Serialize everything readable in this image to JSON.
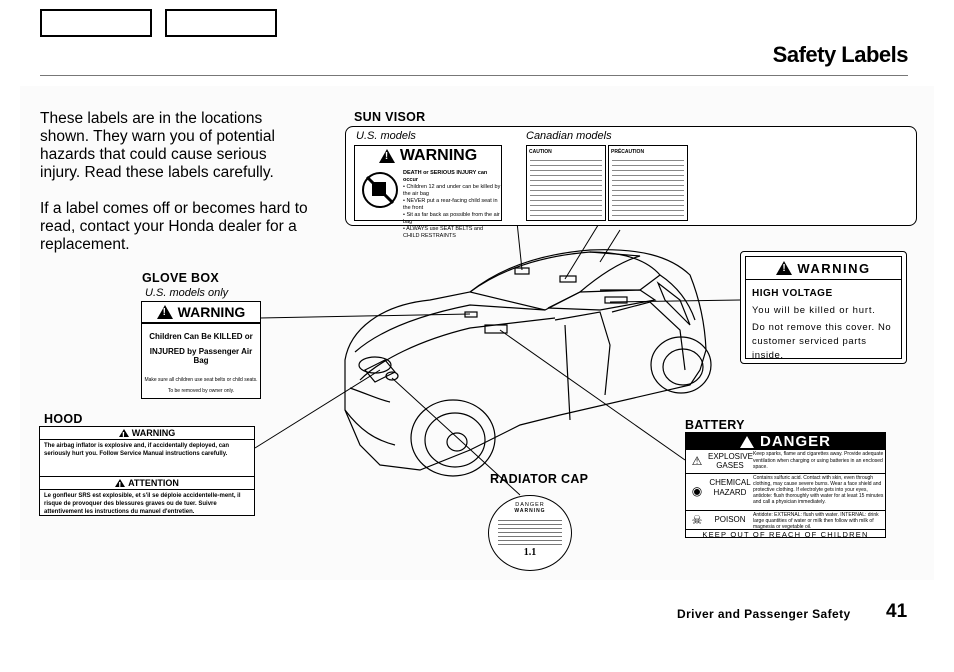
{
  "header": {
    "title": "Safety Labels"
  },
  "intro": {
    "p1": "These labels are in the locations shown. They warn you of potential hazards that could cause serious injury. Read these labels carefully.",
    "p2": "If a label comes off or becomes hard to read, contact your Honda dealer for a replacement."
  },
  "sun_visor": {
    "heading": "SUN VISOR",
    "us_label": "U.S. models",
    "ca_label": "Canadian models",
    "warning_title": "WARNING",
    "lines": [
      "DEATH or SERIOUS INJURY can occur",
      "• Children 12 and under can be killed by the air bag",
      "• NEVER put a rear-facing child seat in the front",
      "• Sit as far back as possible from the air bag",
      "• ALWAYS use SEAT BELTS and CHILD RESTRAINTS"
    ],
    "caution_title": "CAUTION",
    "precaution_title": "PRÉCAUTION"
  },
  "glove_box": {
    "heading": "GLOVE BOX",
    "sub": "U.S. models only",
    "warning_title": "WARNING",
    "line1": "Children Can Be KILLED or",
    "line2": "INJURED by Passenger Air Bag",
    "line3": "Make sure all children use seat belts or child seats.",
    "line4": "To be removed by owner only."
  },
  "hood": {
    "heading": "HOOD",
    "warning_title": "WARNING",
    "warning_text": "The airbag inflator is explosive and, if accidentally deployed, can seriously hurt you. Follow Service Manual instructions carefully.",
    "attention_title": "ATTENTION",
    "attention_text": "Le gonfleur SRS est explosible, et s'il se déploie accidentelle-ment, il risque de provoquer des blessures graves ou de tuer. Suivre attentivement les instructions du manuel d'entretien."
  },
  "high_voltage": {
    "warning_title": "WARNING",
    "title": "HIGH VOLTAGE",
    "line1": "You will be killed or hurt.",
    "line2": "Do not remove this cover. No customer serviced parts inside."
  },
  "battery": {
    "heading": "BATTERY",
    "danger_title": "DANGER",
    "rows": [
      {
        "name": "EXPLOSIVE GASES",
        "text": "Keep sparks, flame and cigarettes away. Provide adequate ventilation when charging or using batteries in an enclosed space."
      },
      {
        "name": "CHEMICAL HAZARD",
        "text": "Contains sulfuric acid. Contact with skin, even through clothing, may cause severe burns. Wear a face shield and protective clothing. If electrolyte gets into your eyes, antidote: flush thoroughly with water for at least 15 minutes and call a physician immediately."
      },
      {
        "name": "POISON",
        "text": "Antidote: EXTERNAL: flush with water. INTERNAL: drink large quantities of water or milk then follow with milk of magnesia or vegetable oil."
      }
    ],
    "footer": "KEEP OUT OF REACH OF CHILDREN"
  },
  "radiator_cap": {
    "heading": "RADIATOR CAP",
    "danger": "DANGER",
    "warning": "WARNING",
    "rating": "1.1"
  },
  "footer": {
    "section": "Driver and Passenger Safety",
    "page": "41"
  }
}
